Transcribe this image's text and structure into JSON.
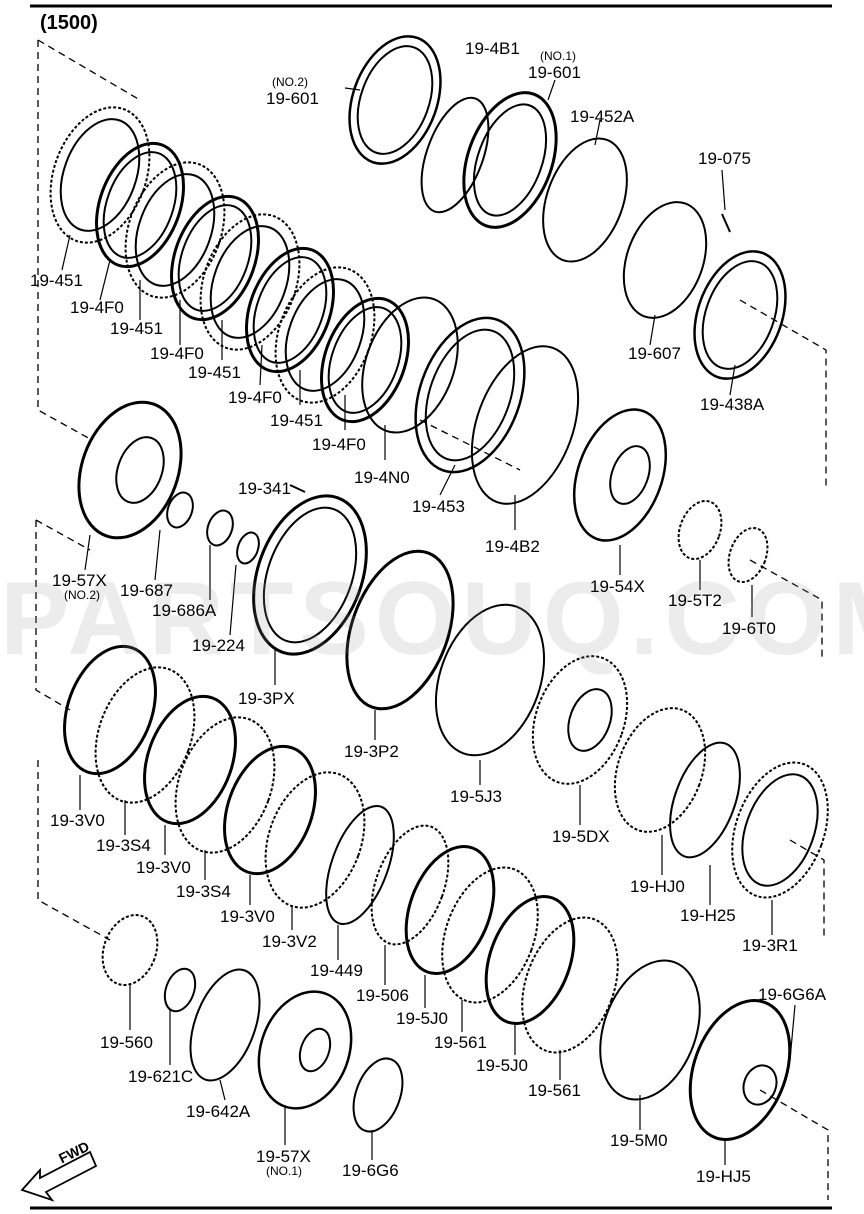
{
  "group_code": "(1500)",
  "watermark": "PARTSOUQ.COM",
  "fwd_label": "FWD",
  "colors": {
    "line": "#000000",
    "background": "#ffffff",
    "watermark": "#969696"
  },
  "parts": [
    {
      "id": "p01",
      "label": "19-451"
    },
    {
      "id": "p02",
      "label": "19-4F0"
    },
    {
      "id": "p03",
      "label": "19-451"
    },
    {
      "id": "p04",
      "label": "19-4F0"
    },
    {
      "id": "p05",
      "label": "19-451"
    },
    {
      "id": "p06",
      "label": "19-4F0"
    },
    {
      "id": "p07",
      "label": "19-451"
    },
    {
      "id": "p08",
      "label": "19-4F0"
    },
    {
      "id": "p09",
      "label": "19-4N0"
    },
    {
      "id": "p10",
      "label": "19-453"
    },
    {
      "id": "p11",
      "label": "19-4B2"
    },
    {
      "id": "p12",
      "label": "19-601",
      "note": "(NO.2)"
    },
    {
      "id": "p13",
      "label": "19-4B1"
    },
    {
      "id": "p14",
      "label": "19-601",
      "note": "(NO.1)"
    },
    {
      "id": "p15",
      "label": "19-452A"
    },
    {
      "id": "p16",
      "label": "19-075"
    },
    {
      "id": "p17",
      "label": "19-607"
    },
    {
      "id": "p18",
      "label": "19-438A"
    },
    {
      "id": "p19",
      "label": "19-57X",
      "note": "(NO.2)"
    },
    {
      "id": "p20",
      "label": "19-687"
    },
    {
      "id": "p21",
      "label": "19-686A"
    },
    {
      "id": "p22",
      "label": "19-224"
    },
    {
      "id": "p23",
      "label": "19-341"
    },
    {
      "id": "p24",
      "label": "19-3PX"
    },
    {
      "id": "p25",
      "label": "19-3P2"
    },
    {
      "id": "p26",
      "label": "19-54X"
    },
    {
      "id": "p27",
      "label": "19-5T2"
    },
    {
      "id": "p28",
      "label": "19-6T0"
    },
    {
      "id": "p29",
      "label": "19-5J3"
    },
    {
      "id": "p30",
      "label": "19-5DX"
    },
    {
      "id": "p31",
      "label": "19-HJ0"
    },
    {
      "id": "p32",
      "label": "19-H25"
    },
    {
      "id": "p33",
      "label": "19-3R1"
    },
    {
      "id": "p34",
      "label": "19-3V0"
    },
    {
      "id": "p35",
      "label": "19-3S4"
    },
    {
      "id": "p36",
      "label": "19-3V0"
    },
    {
      "id": "p37",
      "label": "19-3S4"
    },
    {
      "id": "p38",
      "label": "19-3V0"
    },
    {
      "id": "p39",
      "label": "19-3V2"
    },
    {
      "id": "p40",
      "label": "19-449"
    },
    {
      "id": "p41",
      "label": "19-506"
    },
    {
      "id": "p42",
      "label": "19-5J0"
    },
    {
      "id": "p43",
      "label": "19-561"
    },
    {
      "id": "p44",
      "label": "19-5J0"
    },
    {
      "id": "p45",
      "label": "19-561"
    },
    {
      "id": "p46",
      "label": "19-5M0"
    },
    {
      "id": "p47",
      "label": "19-6G6A"
    },
    {
      "id": "p48",
      "label": "19-HJ5"
    },
    {
      "id": "p49",
      "label": "19-560"
    },
    {
      "id": "p50",
      "label": "19-621C"
    },
    {
      "id": "p51",
      "label": "19-642A"
    },
    {
      "id": "p52",
      "label": "19-57X",
      "note": "(NO.1)"
    },
    {
      "id": "p53",
      "label": "19-6G6"
    }
  ]
}
